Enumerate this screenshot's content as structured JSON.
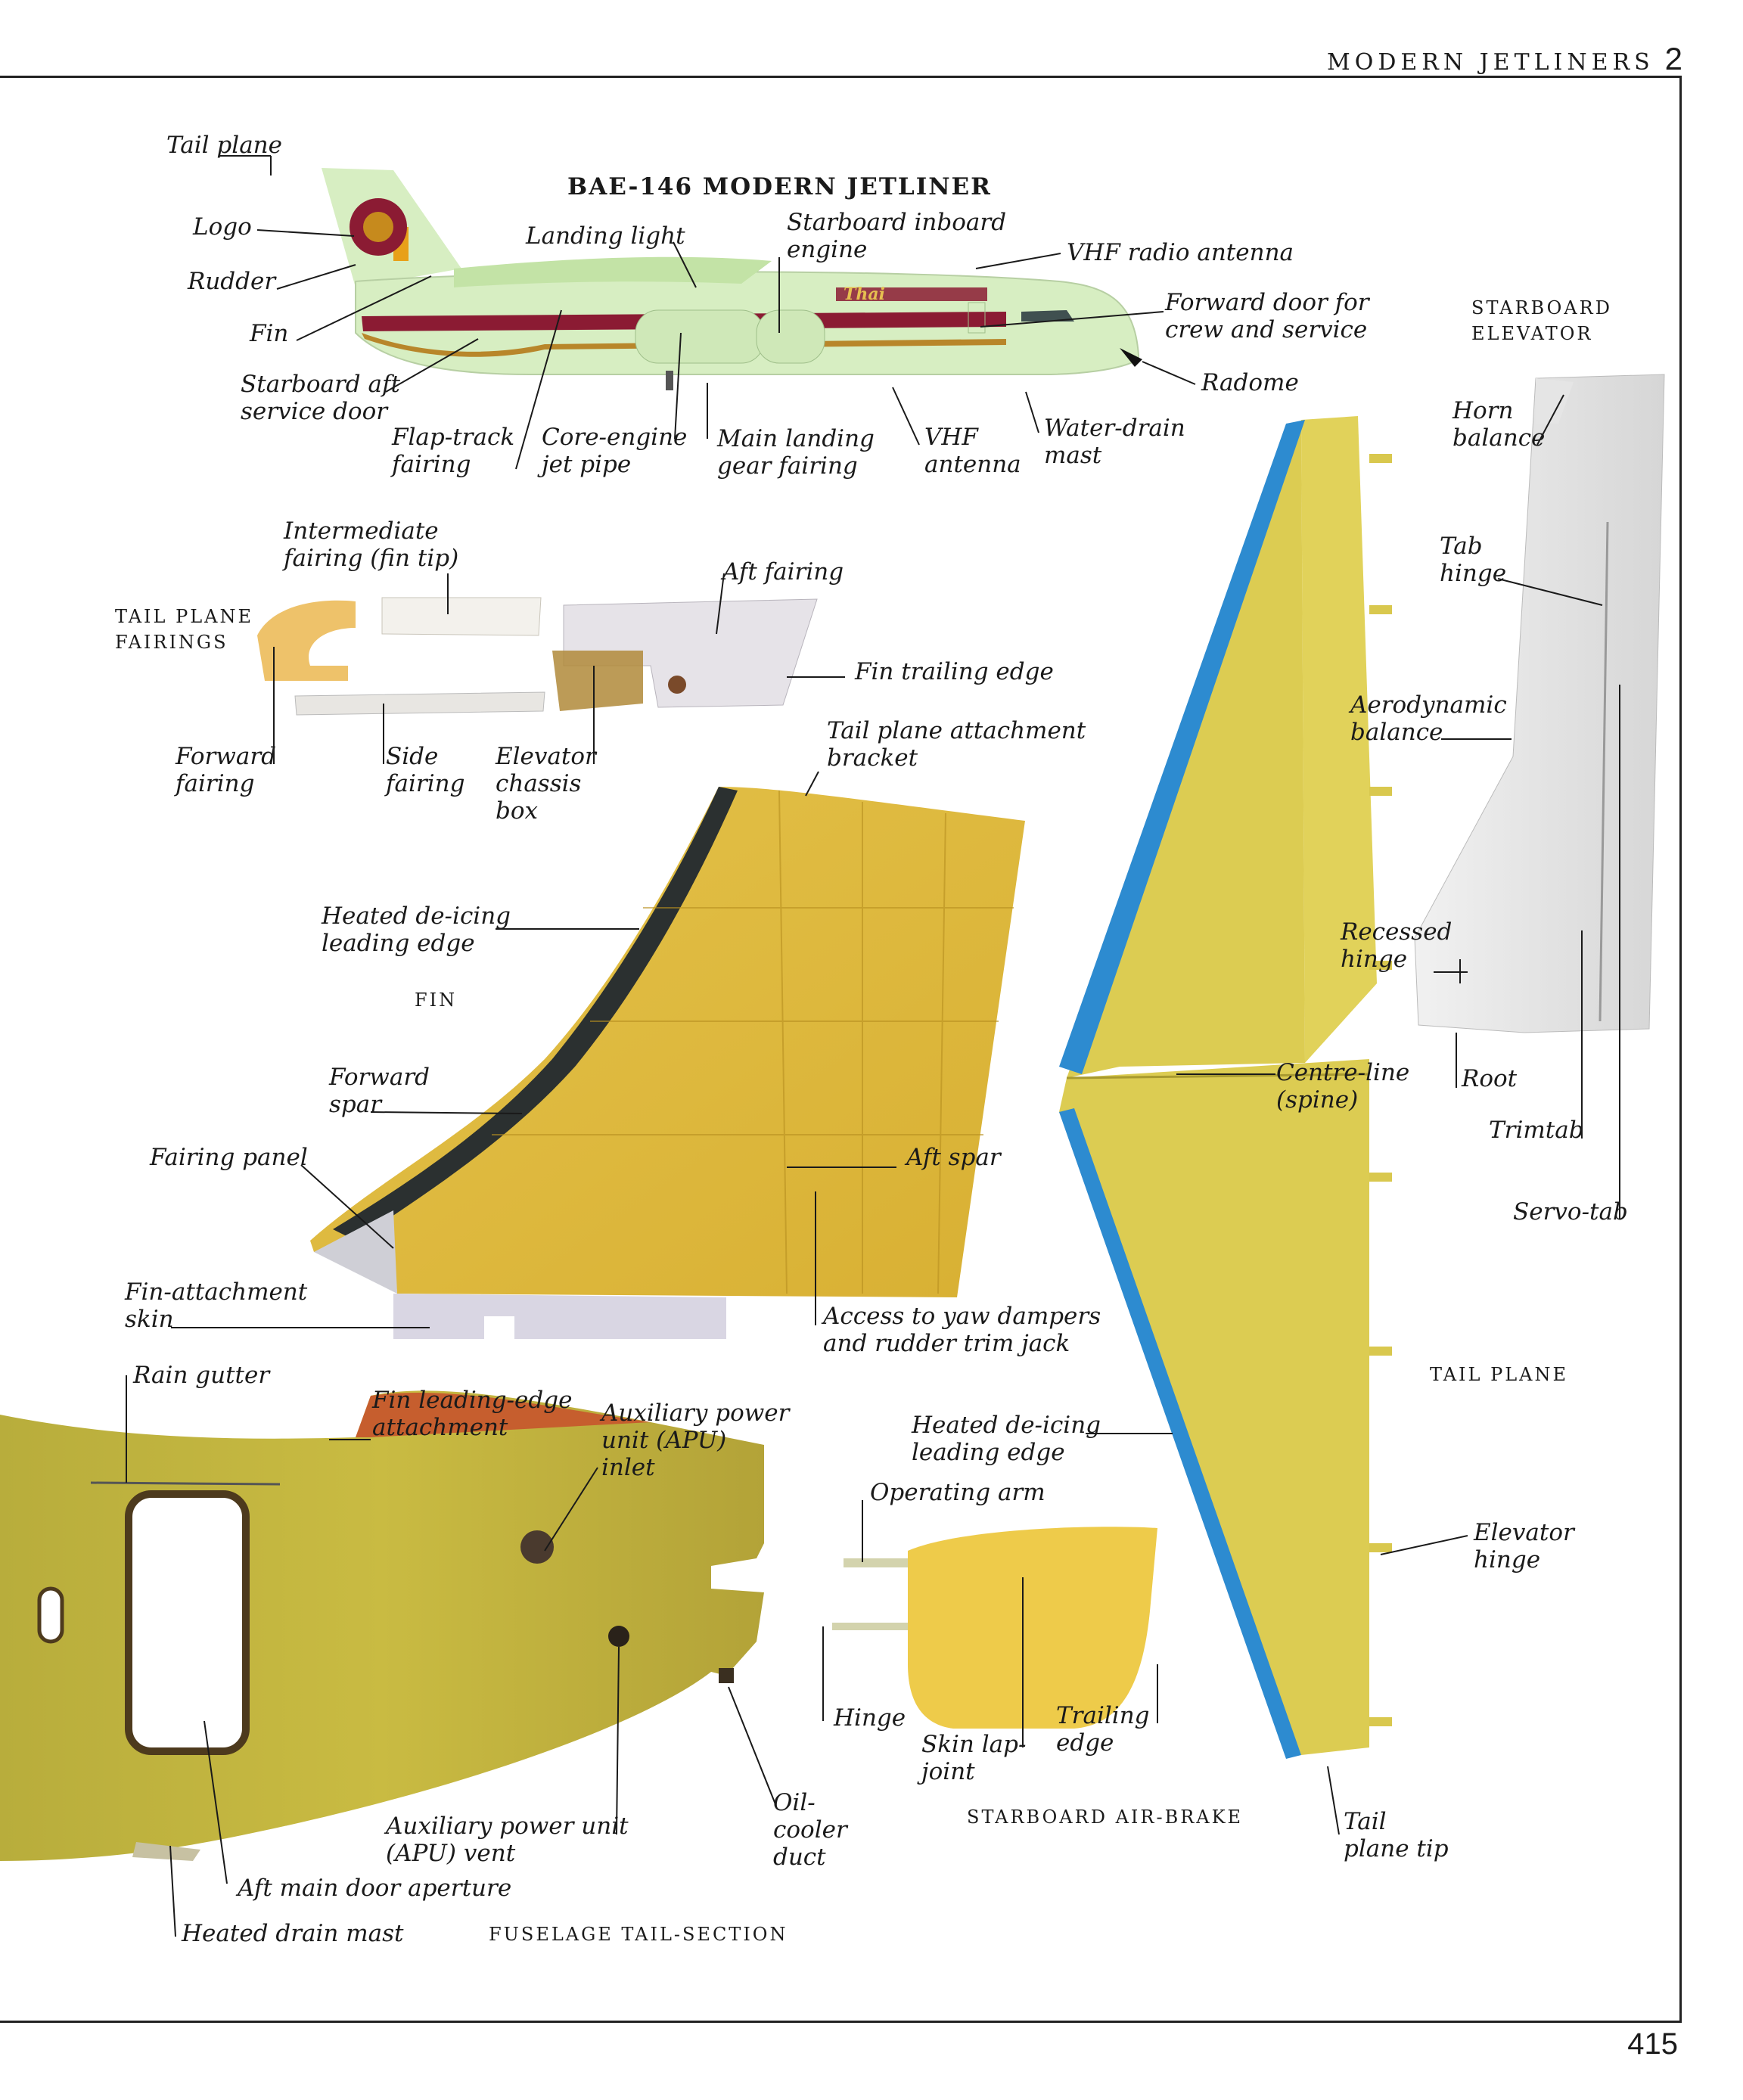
{
  "header": {
    "running_title": "MODERN JETLINERS",
    "chapter": "2"
  },
  "folio": "415",
  "sections": {
    "jetliner": "BAE-146 MODERN JETLINER",
    "tail_fairings": "TAIL PLANE\nFAIRINGS",
    "fin": "FIN",
    "starboard_elevator": "STARBOARD\nELEVATOR",
    "tail_plane": "TAIL PLANE",
    "air_brake": "STARBOARD AIR-BRAKE",
    "fuselage": "FUSELAGE TAIL-SECTION"
  },
  "aircraft_livery": {
    "airline_logo": "Thai"
  },
  "labels": {
    "tail_plane": "Tail plane",
    "logo": "Logo",
    "rudder": "Rudder",
    "fin": "Fin",
    "starboard_aft_door": "Starboard aft\nservice door",
    "flap_track": "Flap-track\nfairing",
    "core_engine": "Core-engine\njet pipe",
    "landing_light": "Landing light",
    "starboard_inboard_engine": "Starboard inboard\nengine",
    "main_gear_fairing": "Main landing\ngear fairing",
    "vhf_antenna": "VHF\nantenna",
    "water_drain_mast": "Water-drain\nmast",
    "vhf_radio_antenna": "VHF radio antenna",
    "forward_door": "Forward door for\ncrew and service",
    "radome": "Radome",
    "intermediate_fairing": "Intermediate\nfairing (fin tip)",
    "aft_fairing": "Aft fairing",
    "fin_trailing_edge": "Fin trailing edge",
    "forward_fairing": "Forward\nfairing",
    "side_fairing": "Side\nfairing",
    "elevator_chassis": "Elevator\nchassis\nbox",
    "tail_plane_bracket": "Tail plane attachment\nbracket",
    "heated_deicing_fin": "Heated de-icing\nleading edge",
    "forward_spar": "Forward\nspar",
    "fairing_panel": "Fairing panel",
    "aft_spar": "Aft spar",
    "fin_attachment_skin": "Fin-attachment\nskin",
    "access_yaw": "Access to yaw dampers\nand rudder trim jack",
    "horn_balance": "Horn\nbalance",
    "tab_hinge": "Tab\nhinge",
    "aerodynamic_balance": "Aerodynamic\nbalance",
    "recessed_hinge": "Recessed\nhinge",
    "centre_line": "Centre-line\n(spine)",
    "root": "Root",
    "trimtab": "Trimtab",
    "servo_tab": "Servo-tab",
    "rain_gutter": "Rain gutter",
    "fin_le_attachment": "Fin leading-edge\nattachment",
    "apu_inlet": "Auxiliary power\nunit (APU)\ninlet",
    "heated_deicing_tp": "Heated de-icing\nleading edge",
    "operating_arm": "Operating arm",
    "elevator_hinge": "Elevator\nhinge",
    "hinge": "Hinge",
    "skin_lap_joint": "Skin lap-\njoint",
    "trailing_edge": "Trailing\nedge",
    "oil_cooler": "Oil-\ncooler\nduct",
    "apu_vent": "Auxiliary power unit\n(APU) vent",
    "aft_main_door": "Aft main door aperture",
    "heated_drain_mast": "Heated drain mast",
    "tail_plane_tip": "Tail\nplane tip"
  }
}
